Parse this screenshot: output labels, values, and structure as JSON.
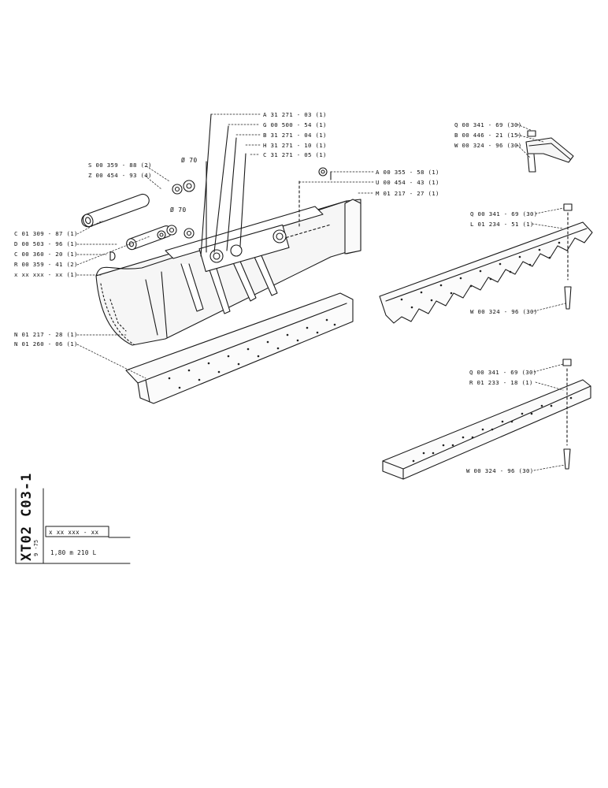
{
  "top_callouts": [
    {
      "text": "A 31  271 - 03 (1)"
    },
    {
      "text": "G  00 500 - 54 (1)"
    },
    {
      "text": "B  31  271 - 04 (1)"
    },
    {
      "text": "H  31  271 - 10 (1)"
    },
    {
      "text": "C  31  271 - 05 (1)"
    }
  ],
  "left_callouts": [
    {
      "text": "S  00 359 - 88  (2)"
    },
    {
      "text": "Z  00 454 - 93 (4)"
    },
    {
      "text": "C  01 309 - 87 (1)"
    },
    {
      "text": "D  00 503 - 96 (1)"
    },
    {
      "text": "C  00 360 - 20 (1)"
    },
    {
      "text": "R  00 359 - 41 (2)"
    },
    {
      "text": "x  xx  xxx - xx (1)"
    },
    {
      "text": "N  01 217 - 28 (1)"
    },
    {
      "text": "N  01 260 - 06 (1)"
    }
  ],
  "mid_callouts": [
    {
      "text": "A  00 355 - 58 (1)"
    },
    {
      "text": "U  00 454 - 43 (1)"
    },
    {
      "text": "M  01 217 - 27 (1)"
    }
  ],
  "diameters": [
    {
      "text": "Ø 70"
    },
    {
      "text": "Ø 70"
    }
  ],
  "tooth_callouts": [
    {
      "text": "Q  00 341 - 69 (30)"
    },
    {
      "text": "B  00 446 - 21 (15)"
    },
    {
      "text": "W  00 324 - 96 (30)"
    }
  ],
  "serrated_callouts": [
    {
      "text": "Q  00 341 - 69  (30)"
    },
    {
      "text": "L  01  234 - 51  (1)"
    },
    {
      "text": "W  00 324 - 96 (30)"
    }
  ],
  "flat_callouts": [
    {
      "text": "Q  00  341 - 69  (30)"
    },
    {
      "text": "R  01  233 - 18  (1)"
    },
    {
      "text": "W  00  324 - 96  (30)"
    }
  ],
  "title_block": {
    "drawing_code": "XT02  C03-1",
    "date": "9 -75",
    "part_number": "x  xx  xxx - xx",
    "description": "1,80 m   210 L"
  }
}
